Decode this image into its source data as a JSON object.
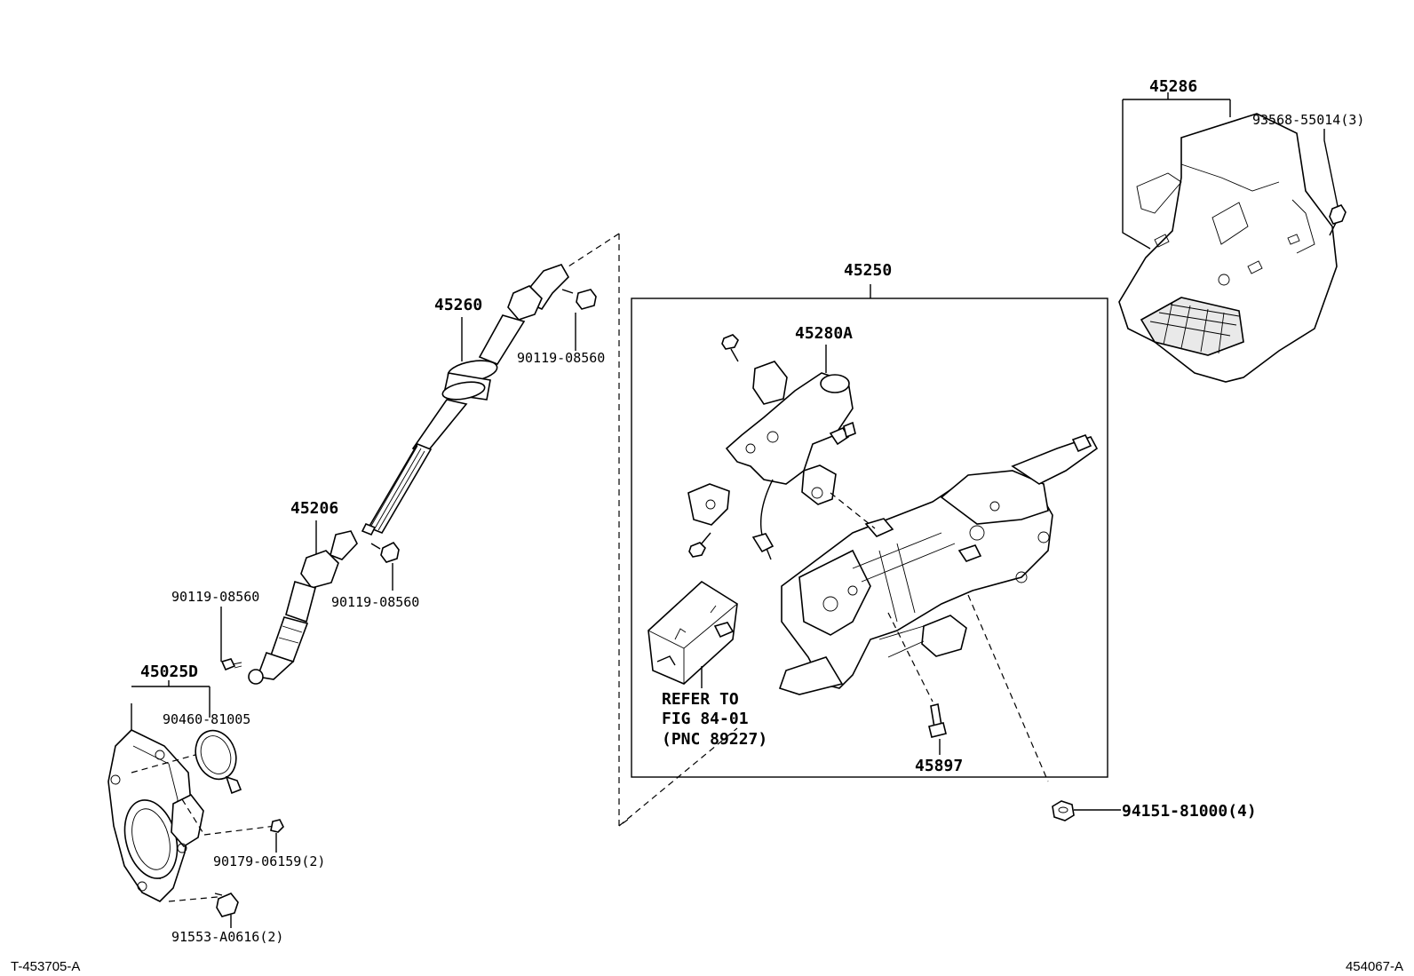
{
  "diagram": {
    "labels": {
      "p45286": "45286",
      "p93568": "93568-55014(3)",
      "p45260": "45260",
      "p90119a": "90119-08560",
      "p45250": "45250",
      "p45280A": "45280A",
      "p45206": "45206",
      "p90119b": "90119-08560",
      "p90119c": "90119-08560",
      "p45025D": "45025D",
      "p90460": "90460-81005",
      "p90179": "90179-06159(2)",
      "p91553": "91553-A0616(2)",
      "p45897": "45897",
      "p94151": "94151-81000(4)",
      "refer1": "REFER TO",
      "refer2": "FIG 84-01",
      "refer3": "(PNC 89227)"
    },
    "footer": {
      "left": "T-453705-A",
      "right": "454067-A"
    }
  }
}
